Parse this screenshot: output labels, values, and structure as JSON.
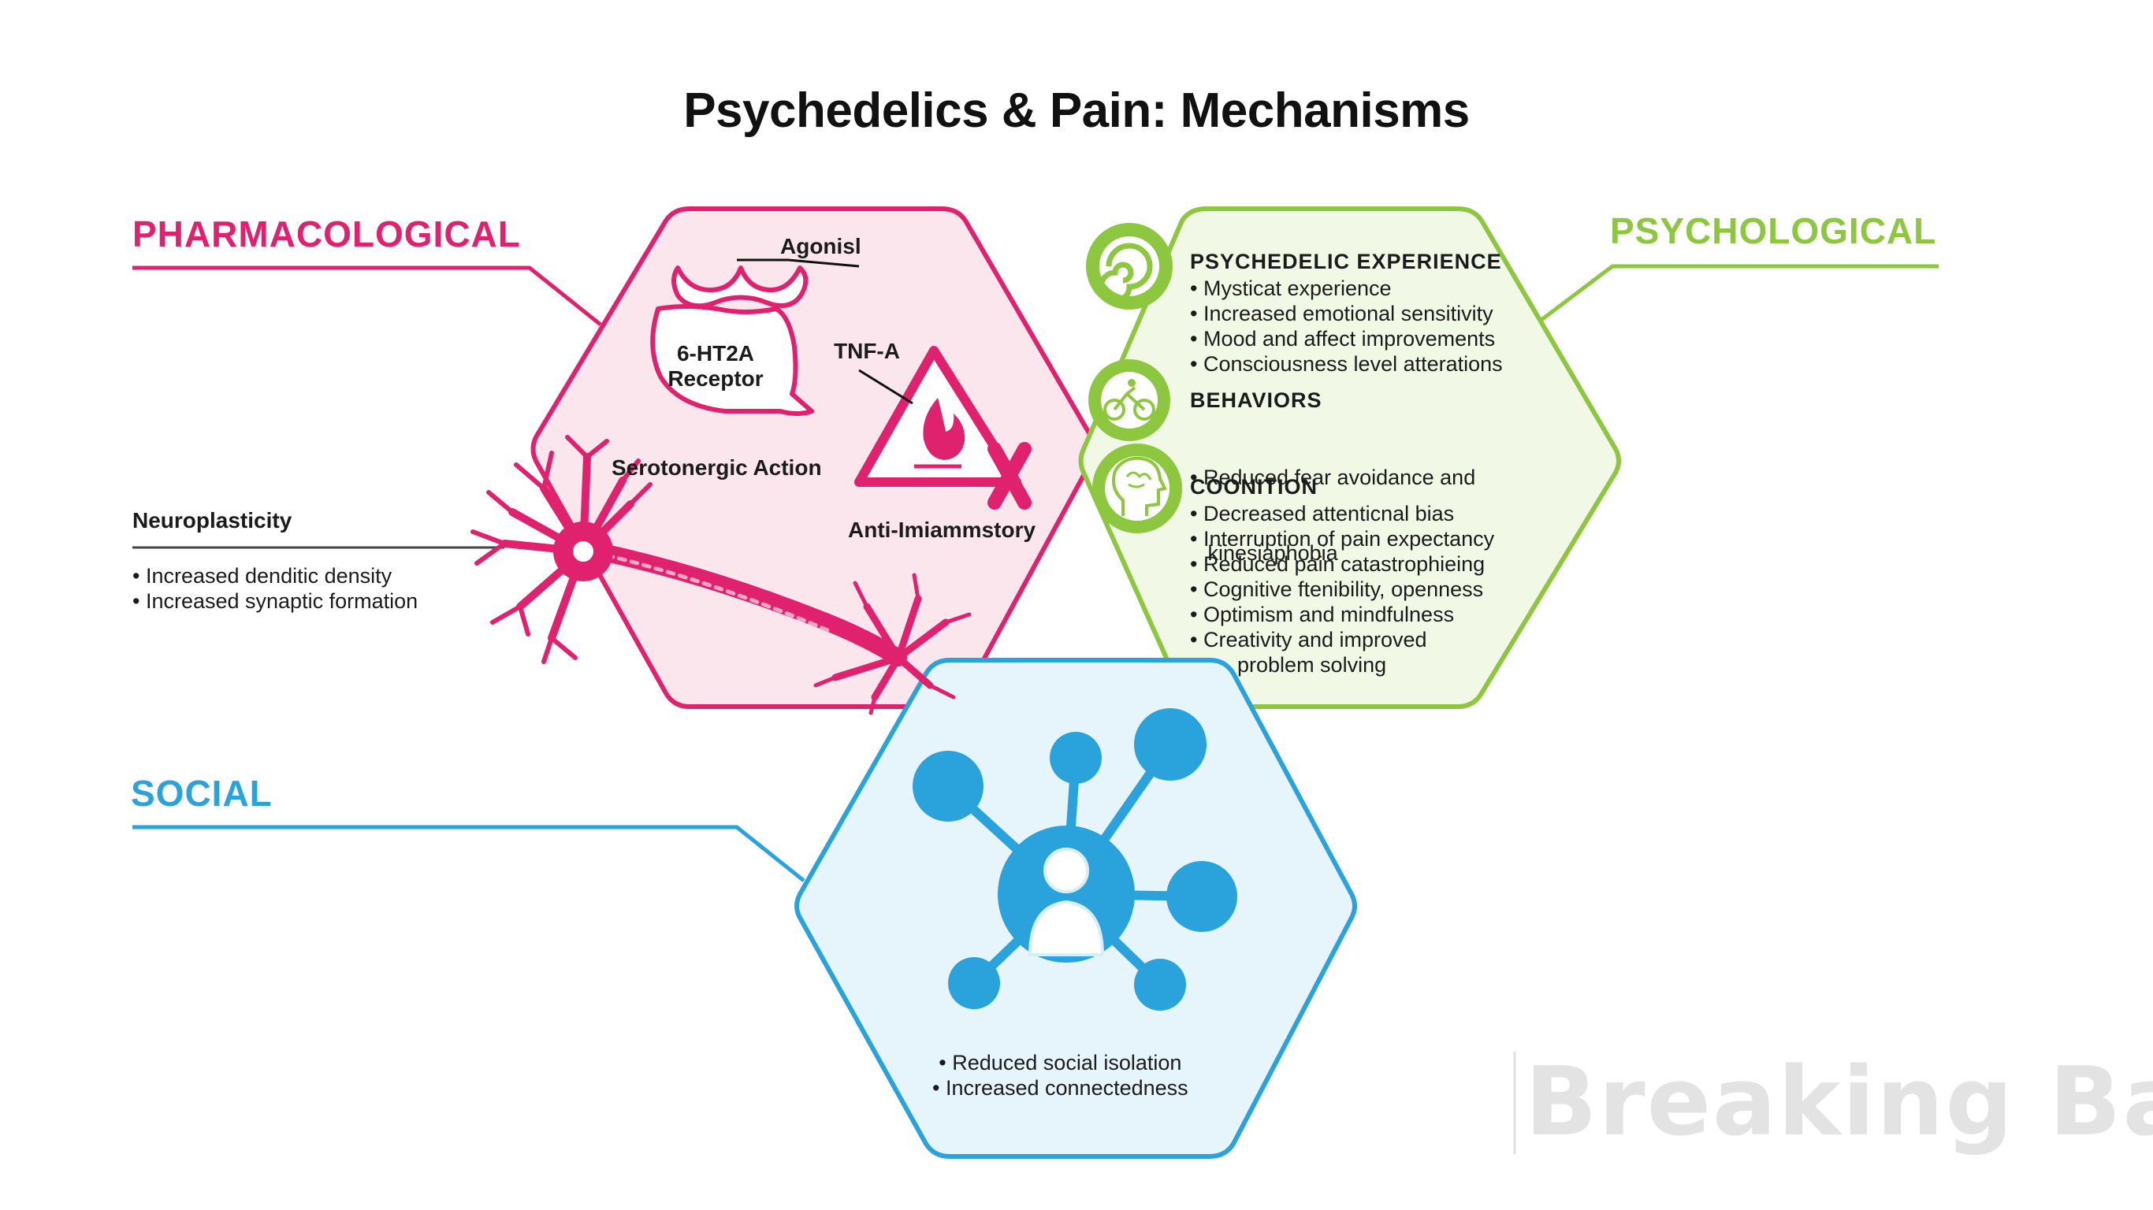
{
  "title": "Psychedelics & Pain: Mechanisms",
  "colors": {
    "pink": "#e0226e",
    "pink_fill": "#fce6ee",
    "green": "#8dc63f",
    "green_fill": "#f1f8e6",
    "blue": "#2aa3dc",
    "blue_fill": "#e6f4fb"
  },
  "pharmacological": {
    "label": "PHARMACOLOGICAL",
    "agonist": "Agonisl",
    "receptor_line1": "6-HT2A",
    "receptor_line2": "Receptor",
    "tnf": "TNF-A",
    "serotonergic": "Serotonergic Action",
    "anti_inflammatory": "Anti-Imiammstory",
    "neuroplasticity": {
      "label": "Neuroplasticity",
      "items": [
        "• Increased denditic density",
        "• Increased synaptic formation"
      ]
    }
  },
  "psychological": {
    "label": "PSYCHOLOGICAL",
    "sections": [
      {
        "icon": "swirl-icon",
        "heading": "PSYCHEDELIC EXPERIENCE",
        "items": [
          "• Mysticat experience",
          "• Increased emotional sensitivity",
          "• Mood and affect improvements",
          "• Consciousness level atterations"
        ]
      },
      {
        "icon": "bicycle-icon",
        "heading": "BEHAVIORS",
        "items": [
          "• Reduced fear avoidance and",
          "   kinesiaphobia"
        ]
      },
      {
        "icon": "brain-head-icon",
        "heading": "COONITION",
        "items": [
          "• Decreased attenticnal bias",
          "• Interruption of pain expectancy",
          "• Reduced pain catastrophieing",
          "• Cognitive ftenibility, openness",
          "• Optimism and mindfulness",
          "• Creativity and improved",
          "        problem solving"
        ]
      }
    ]
  },
  "social": {
    "label": "SOCIAL",
    "items": [
      "• Reduced social isolation",
      "• Increased connectedness"
    ]
  },
  "watermark": "Breaking Bad"
}
